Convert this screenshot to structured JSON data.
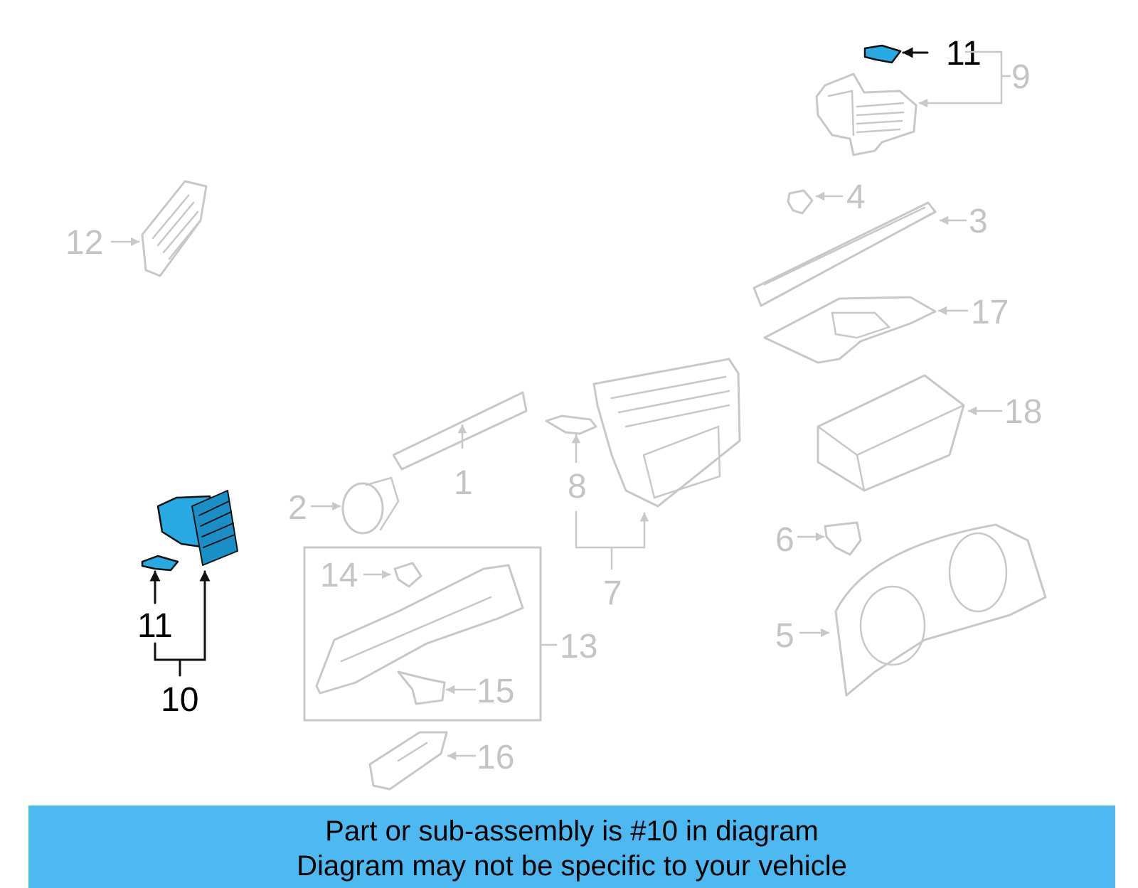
{
  "callouts": {
    "c1": "1",
    "c2": "2",
    "c3": "3",
    "c4": "4",
    "c5": "5",
    "c6": "6",
    "c7": "7",
    "c8": "8",
    "c9": "9",
    "c10": "10",
    "c11_top": "11",
    "c11_left": "11",
    "c12": "12",
    "c13": "13",
    "c14": "14",
    "c15": "15",
    "c16": "16",
    "c17": "17",
    "c18": "18"
  },
  "banner": {
    "line1": "Part or sub-assembly is #10 in diagram",
    "line2": "Diagram may not be specific to your vehicle"
  },
  "colors": {
    "highlight": "#29a9e1",
    "banner": "#4cb9f0",
    "muted": "#c8c8c8",
    "focus_line": "#111111"
  }
}
